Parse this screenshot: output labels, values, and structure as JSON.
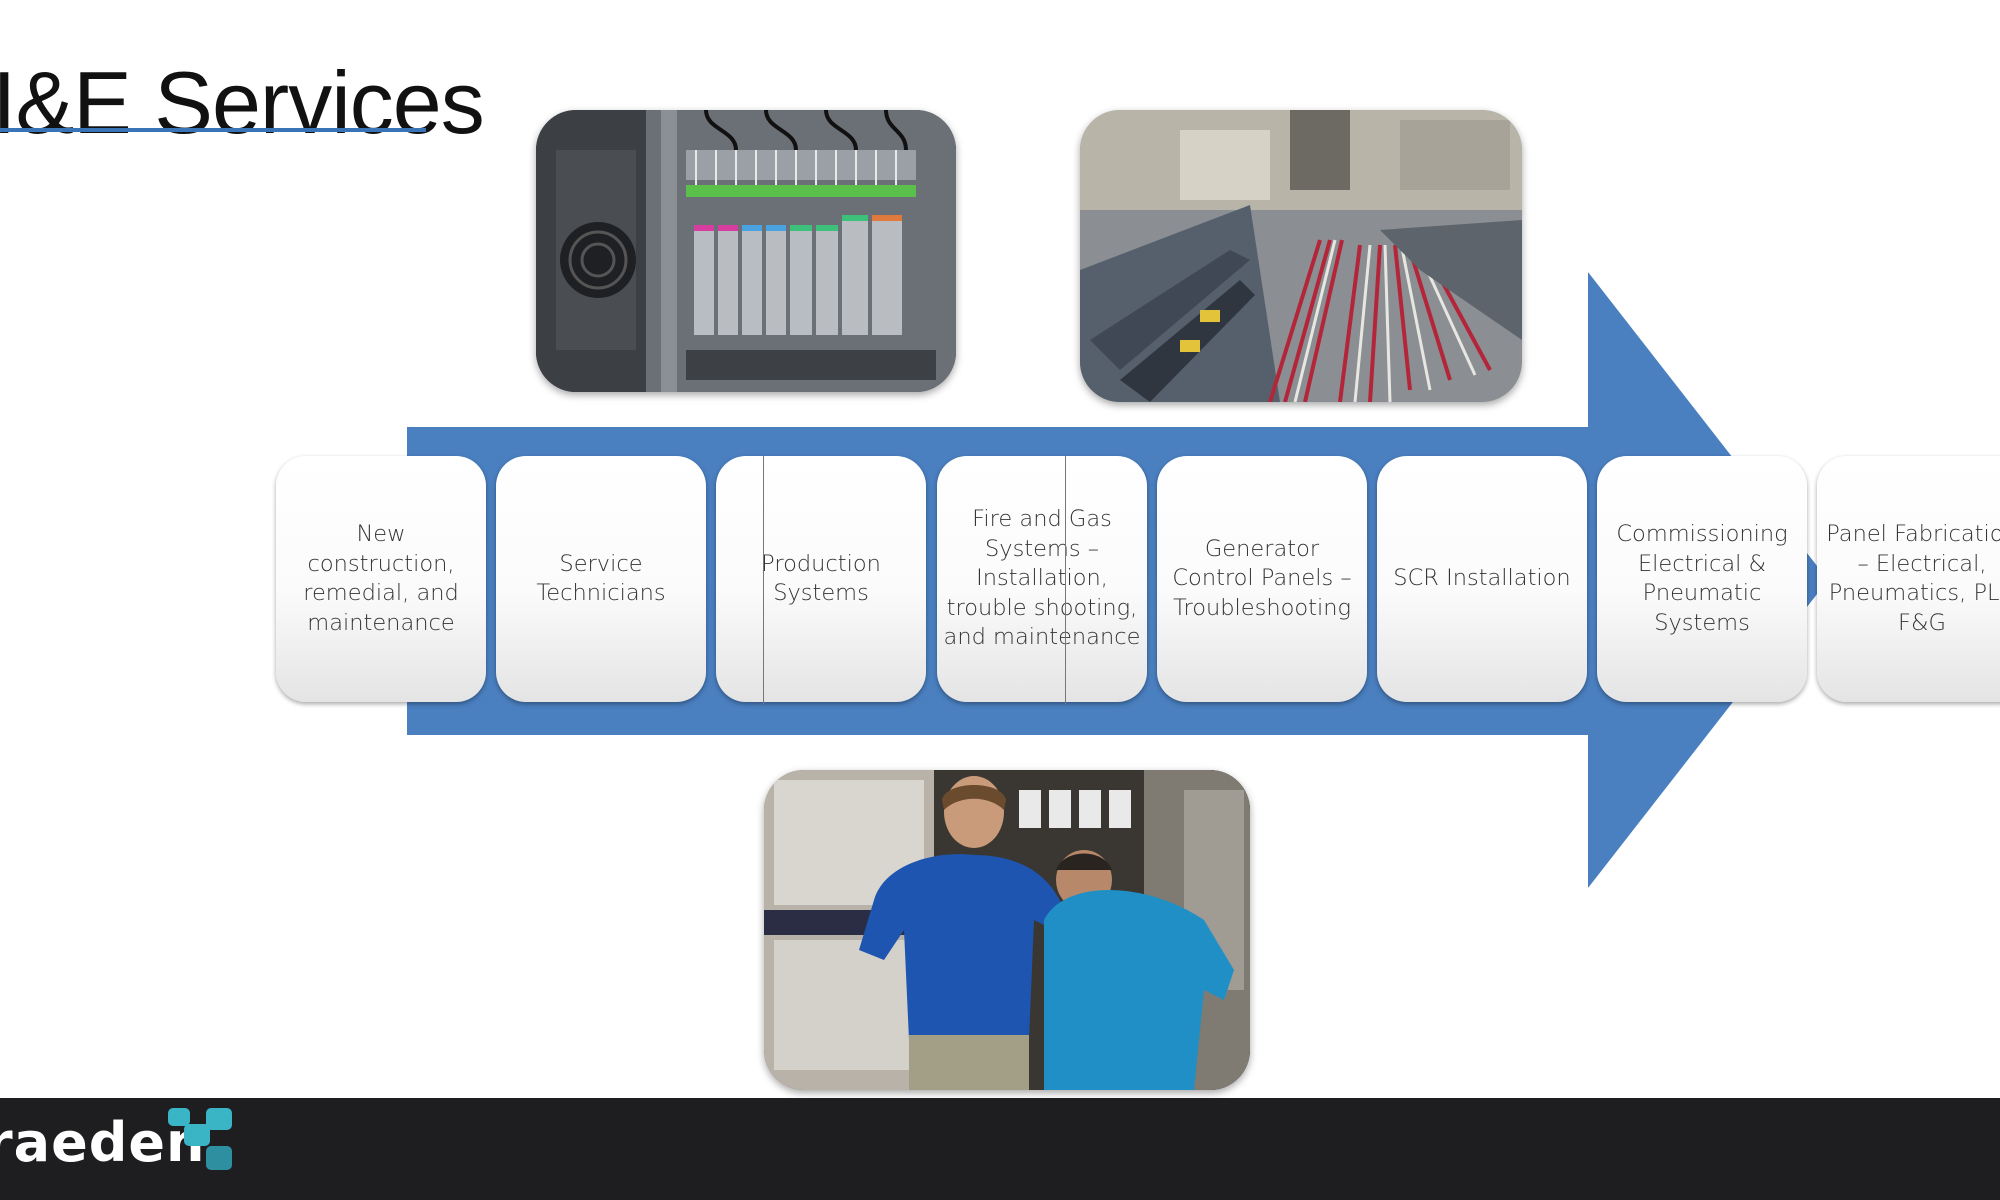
{
  "title": "I&E Services",
  "services": [
    {
      "label": "New construction, remedial, and maintenance"
    },
    {
      "label": "Service Technicians"
    },
    {
      "label": "Production Systems"
    },
    {
      "label": "Fire and Gas Systems – Installation, trouble shooting, and maintenance"
    },
    {
      "label": "Generator Control Panels – Troubleshooting"
    },
    {
      "label": "SCR Installation"
    },
    {
      "label": "Commissioning Electrical & Pneumatic Systems"
    },
    {
      "label": "Panel Fabrication – Electrical, Pneumatics, PLC F&G"
    }
  ],
  "images": [
    {
      "name": "control-panel-modules-photo"
    },
    {
      "name": "wiring-terminal-rack-photo"
    },
    {
      "name": "technicians-at-panel-photo"
    }
  ],
  "colors": {
    "arrow": "#4a7fc0",
    "footer": "#1e1e20",
    "logo_accent": "#3ab5c6",
    "underline": "#3a74b8"
  },
  "footer": {
    "logo_text": "raeden"
  }
}
